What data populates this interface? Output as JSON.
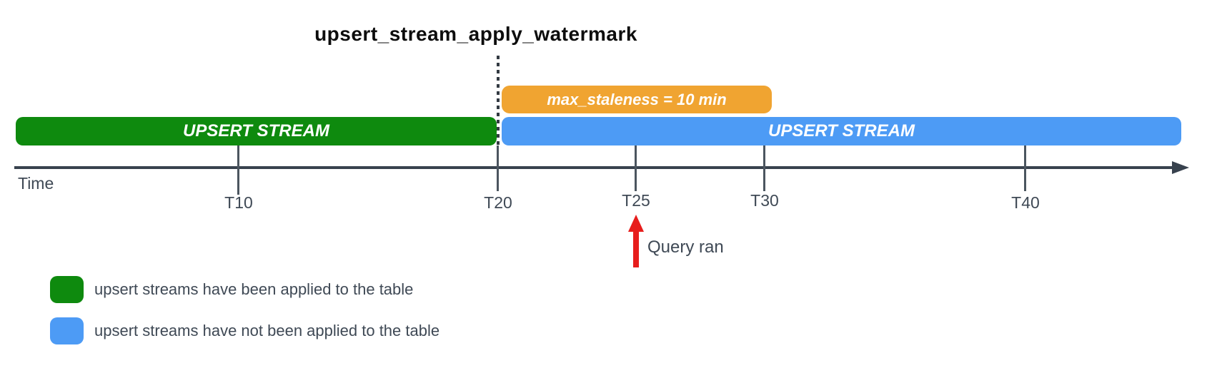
{
  "title": "upsert_stream_apply_watermark",
  "colors": {
    "green": "#0e8a0e",
    "blue": "#4d9bf5",
    "orange": "#f0a431",
    "red": "#e71d1c",
    "axis": "#38424e",
    "tick": "#4b555f",
    "label_text": "#3f4955",
    "bar_text": "#ffffff",
    "title_text": "#0d0d0d"
  },
  "bars": {
    "applied_stream": {
      "label": "UPSERT STREAM",
      "color": "green"
    },
    "not_applied_stream": {
      "label": "UPSERT STREAM",
      "color": "blue"
    },
    "staleness": {
      "label": "max_staleness = 10 min",
      "color": "orange"
    }
  },
  "axis": {
    "label": "Time",
    "ticks": [
      {
        "label": "T10"
      },
      {
        "label": "T20"
      },
      {
        "label": "T25"
      },
      {
        "label": "T30"
      },
      {
        "label": "T40"
      }
    ]
  },
  "annotation": {
    "label": "Query ran"
  },
  "legend": {
    "items": [
      {
        "swatch": "green",
        "label": "upsert streams have been applied to the table"
      },
      {
        "swatch": "blue",
        "label": "upsert streams have not been applied to the table"
      }
    ]
  }
}
